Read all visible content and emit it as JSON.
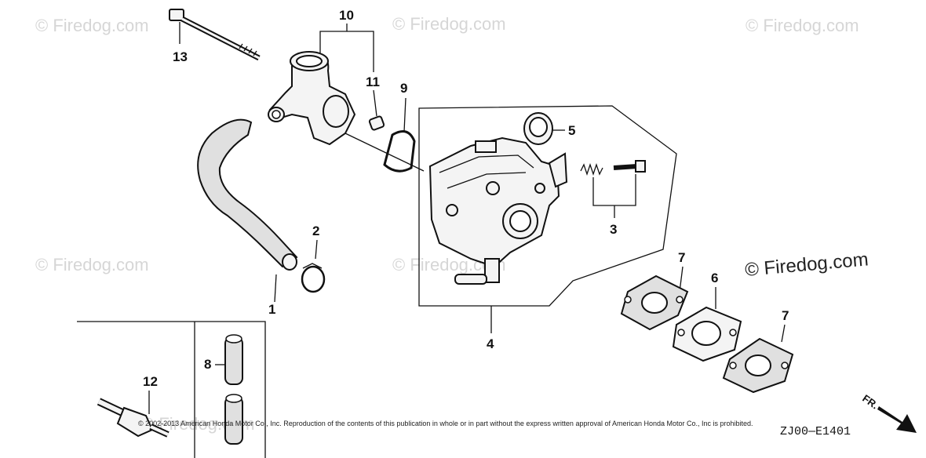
{
  "watermarks": [
    "© Firedog.com",
    "© Firedog.com",
    "© Firedog.com",
    "© Firedog.com",
    "© Firedog.com",
    "© Firedog.com"
  ],
  "brand_watermark": "© Firedog.com",
  "callouts": {
    "c1": "1",
    "c2": "2",
    "c3": "3",
    "c4": "4",
    "c5": "5",
    "c6": "6",
    "c7a": "7",
    "c7b": "7",
    "c8": "8",
    "c9": "9",
    "c10": "10",
    "c11": "11",
    "c12": "12",
    "c13": "13"
  },
  "copyright": "© 2002-2013 American Honda Motor Co., Inc. Reproduction of the contents of this publication in whole or in part without the express written approval of American Honda Motor Co., Inc is prohibited.",
  "diagram_code": "ZJ00—E1401",
  "front_indicator": "FR.",
  "colors": {
    "ink": "#111111",
    "watermark": "#d6d6d6"
  }
}
